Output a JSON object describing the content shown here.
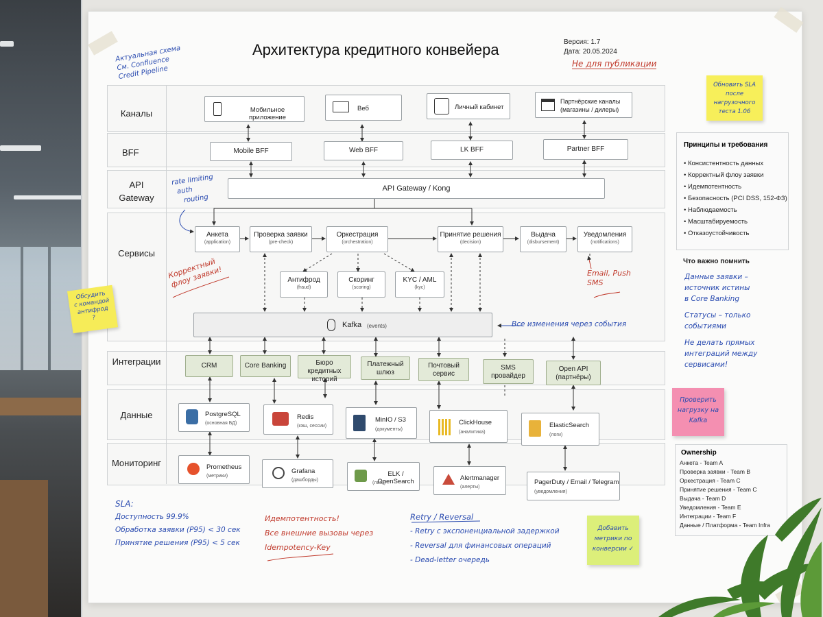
{
  "title": "Архитектура кредитного конвейера",
  "version": "Версия: 1.7",
  "date": "Дата: 20.05.2024",
  "not_for_publication": "Не для публикации",
  "top_note": [
    "Актуальная схема",
    "См. Confluence",
    "Credit Pipeline"
  ],
  "rows": {
    "channels": "Каналы",
    "bff": "BFF",
    "api": [
      "API",
      "Gateway"
    ],
    "services": "Сервисы",
    "integrations": "Интеграции",
    "data": "Данные",
    "monitoring": "Мониторинг"
  },
  "channels": [
    {
      "label": "Мобильное приложение",
      "icon": "phone-icon"
    },
    {
      "label": "Веб",
      "icon": "monitor-icon"
    },
    {
      "label": "Личный кабинет",
      "icon": "user-icon"
    },
    {
      "label": "Партнёрские каналы",
      "label2": "(магазины / дилеры)",
      "icon": "store-icon"
    }
  ],
  "bff": [
    "Mobile BFF",
    "Web BFF",
    "LK BFF",
    "Partner BFF"
  ],
  "gateway": "API Gateway / Kong",
  "gateway_note": [
    "rate limiting",
    "auth",
    "routing"
  ],
  "services": [
    {
      "label": "Анкета",
      "sub": "(application)"
    },
    {
      "label": "Проверка заявки",
      "sub": "(pre-check)"
    },
    {
      "label": "Оркестрация",
      "sub": "(orchestration)"
    },
    {
      "label": "Принятие решения",
      "sub": "(decision)"
    },
    {
      "label": "Выдача",
      "sub": "(disbursement)"
    },
    {
      "label": "Уведомления",
      "sub": "(notifications)"
    }
  ],
  "checks": [
    {
      "label": "Антифрод",
      "sub": "(fraud)"
    },
    {
      "label": "Скоринг",
      "sub": "(scoring)"
    },
    {
      "label": "KYC / AML",
      "sub": "(kyc)"
    }
  ],
  "flow_note": [
    "Корректный",
    "флоу заявки!"
  ],
  "notif_note": [
    "Email, Push",
    "SMS"
  ],
  "kafka": {
    "label": "Kafka",
    "sub": "(events)"
  },
  "kafka_note": "Все изменения через события",
  "integrations": [
    {
      "label": "CRM"
    },
    {
      "label": "Core Banking"
    },
    {
      "label": "Бюро кредитных",
      "label2": "историй"
    },
    {
      "label": "Платежный",
      "label2": "шлюз"
    },
    {
      "label": "Почтовый",
      "label2": "сервис"
    },
    {
      "label": "SMS",
      "label2": "провайдер"
    },
    {
      "label": "Open API",
      "label2": "(партнёры)"
    }
  ],
  "data_stores": [
    {
      "label": "PostgreSQL",
      "sub": "(основная БД)",
      "icon": "postgresql-icon"
    },
    {
      "label": "Redis",
      "sub": "(кэш, сессии)",
      "icon": "redis-icon"
    },
    {
      "label": "MinIO / S3",
      "sub": "(документы)",
      "icon": "minio-icon"
    },
    {
      "label": "ClickHouse",
      "sub": "(аналитика)",
      "icon": "clickhouse-icon"
    },
    {
      "label": "ElasticSearch",
      "sub": "(логи)",
      "icon": "elasticsearch-icon"
    }
  ],
  "monitoring": [
    {
      "label": "Prometheus",
      "sub": "(метрики)",
      "icon": "prometheus-icon"
    },
    {
      "label": "Grafana",
      "sub": "(дашборды)",
      "icon": "grafana-icon"
    },
    {
      "label": "ELK / OpenSearch",
      "sub": "(логи)",
      "icon": "elk-icon"
    },
    {
      "label": "Alertmanager",
      "sub": "(алерты)",
      "icon": "alert-icon"
    },
    {
      "label": "PagerDuty / Email / Telegram",
      "sub": "(уведомления)",
      "icon": ""
    }
  ],
  "principles": {
    "title": "Принципы и требования",
    "items": [
      "Консистентность данных",
      "Корректный флоу заявки",
      "Идемпотентность",
      "Безопасность (PCI DSS, 152-ФЗ)",
      "Наблюдаемость",
      "Масштабируемость",
      "Отказоустойчивость"
    ]
  },
  "remember": {
    "title": "Что важно помнить",
    "notes": [
      [
        "Данные заявки –",
        "источник истины",
        "в Core Banking"
      ],
      [
        "Статусы – только",
        "событиями"
      ],
      [
        "Не делать прямых",
        "интеграций между",
        "сервисами!"
      ]
    ]
  },
  "ownership": {
    "title": "Ownership",
    "items": [
      "Анкета - Team A",
      "Проверка заявки - Team B",
      "Оркестрация - Team C",
      "Принятие решения - Team C",
      "Выдача - Team D",
      "Уведомления - Team E",
      "Интеграции - Team F",
      "Данные / Платформа - Team Infra"
    ]
  },
  "stickies": [
    {
      "lines": [
        "Обновить SLA",
        "после нагрузочного",
        "теста 1.06"
      ],
      "color": "#f7ef5a"
    },
    {
      "lines": [
        "Обсудить",
        "с командой",
        "антифрод",
        "?"
      ],
      "color": "#f6ec58"
    },
    {
      "lines": [
        "Проверить",
        "нагрузку на",
        "Kafka"
      ],
      "color": "#f48fb1"
    },
    {
      "lines": [
        "Добавить",
        "метрики по",
        "конверсии ✓"
      ],
      "color": "#dcef7a"
    }
  ],
  "sla": {
    "title": "SLA:",
    "lines": [
      "Доступность 99.9%",
      "Обработка заявки (P95) < 30 сек",
      "Принятие решения (P95) < 5 сек"
    ]
  },
  "idempotency": {
    "lines": [
      "Идемпотентность!",
      "Все внешние вызовы через",
      "Idempotency-Key"
    ]
  },
  "retry": {
    "title": "Retry / Reversal",
    "lines": [
      "- Retry с экспоненциальной задержкой",
      "- Reversal для финансовых операций",
      "- Dead-letter очередь"
    ]
  }
}
